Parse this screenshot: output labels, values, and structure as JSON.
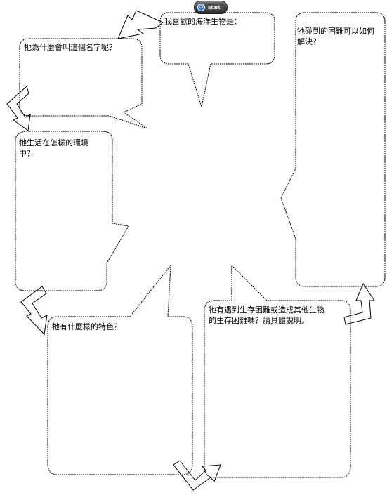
{
  "start_button": {
    "label": "start",
    "icon": "power-icon"
  },
  "bubbles": {
    "favorite": "我喜歡的海洋生物是：",
    "name_reason": "牠為什麼會叫這個名字呢？",
    "habitat": "牠生活在怎樣的環境\n中？",
    "difficulty": "牠碰到的困難可以如何\n解決？",
    "features": "牠有什麼樣的特色？",
    "survival": "牠有遇到生存困難或造成其他生物\n的生存困難嗎？請具體說明。"
  },
  "colors": {
    "outline": "#000000",
    "fill": "#ffffff"
  }
}
